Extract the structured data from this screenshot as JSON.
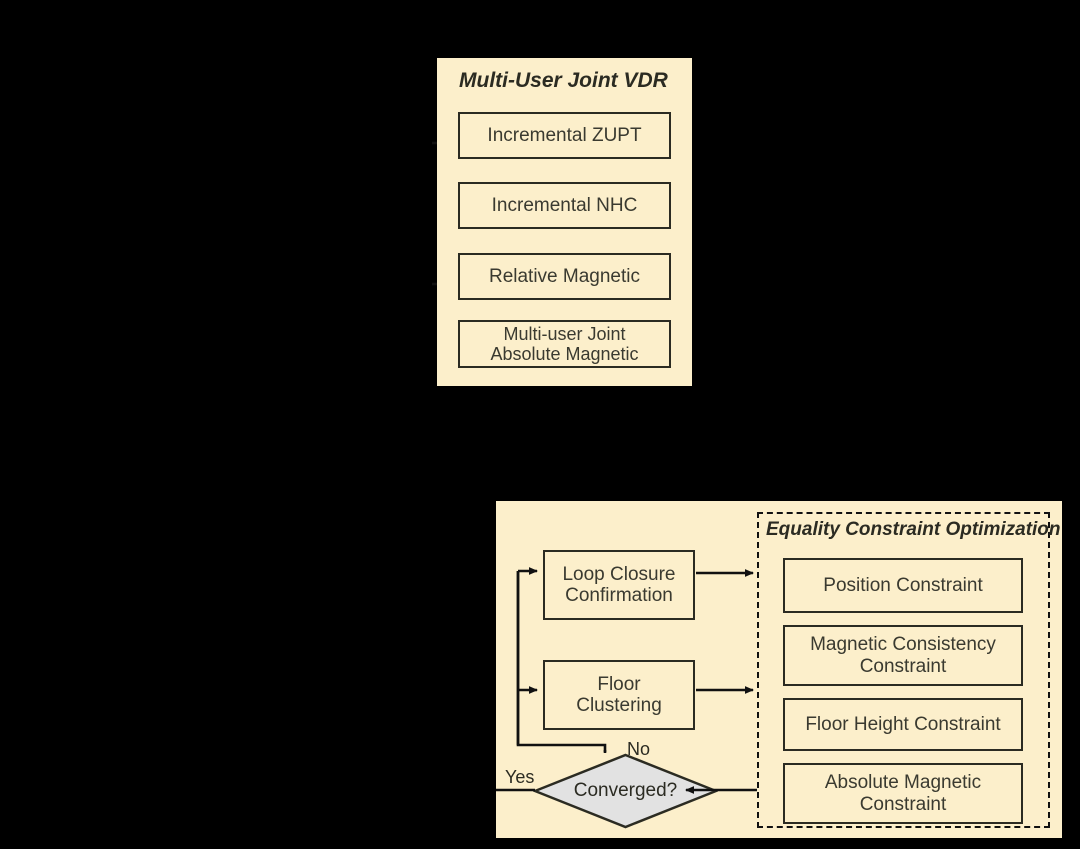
{
  "figure": {
    "type": "flowchart",
    "background_color": "#000000",
    "panel_color": "#FCEFCB",
    "box_border_color": "#2b2b22",
    "decision_fill_color": "#E2E2E2"
  },
  "top_panel": {
    "title": "Multi-User Joint VDR",
    "boxes": [
      {
        "label": "Incremental ZUPT"
      },
      {
        "label": "Incremental NHC"
      },
      {
        "label": "Relative Magnetic"
      },
      {
        "label": "Multi-user Joint\nAbsolute Magnetic"
      }
    ]
  },
  "bottom_panel": {
    "boxes": [
      {
        "label": "Loop Closure\nConfirmation"
      },
      {
        "label": "Floor\nClustering"
      }
    ],
    "decision": {
      "label": "Converged?"
    },
    "edge_labels": {
      "no": "No",
      "yes": "Yes"
    },
    "dashed_group": {
      "title": "Equality Constraint Optimization",
      "boxes": [
        {
          "label": "Position Constraint"
        },
        {
          "label": "Magnetic Consistency\nConstraint"
        },
        {
          "label": "Floor Height Constraint"
        },
        {
          "label": "Absolute Magnetic\nConstraint"
        }
      ]
    }
  }
}
